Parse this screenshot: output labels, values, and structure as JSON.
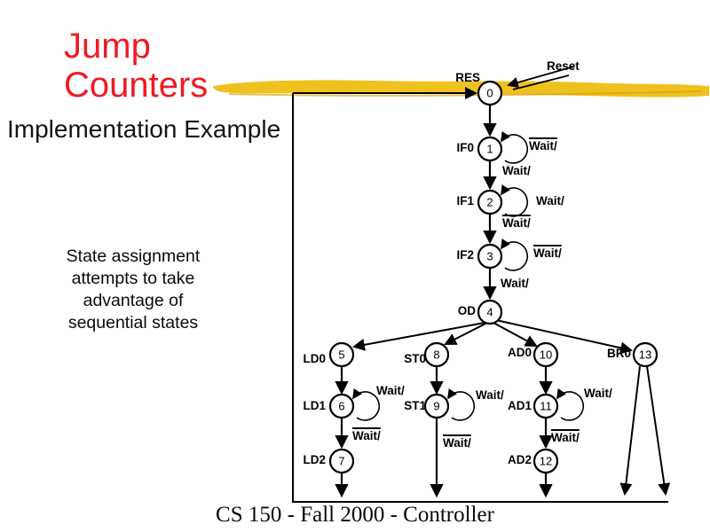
{
  "slide": {
    "title_lines": [
      "Jump",
      "Counters"
    ],
    "subtitle": "Implementation Example",
    "body_lines": [
      "State assignment",
      "attempts to take",
      "advantage of",
      "sequential states"
    ],
    "footer": "CS 150 - Fall 2000 - Controller",
    "title_color": "#ed1b23",
    "highlight_color": "#efc11e"
  },
  "diagram": {
    "reset_label": "Reset",
    "states": [
      {
        "num": "0",
        "label": "RES"
      },
      {
        "num": "1",
        "label": "IF0"
      },
      {
        "num": "2",
        "label": "IF1"
      },
      {
        "num": "3",
        "label": "IF2"
      },
      {
        "num": "4",
        "label": "OD"
      },
      {
        "num": "5",
        "label": "LD0"
      },
      {
        "num": "6",
        "label": "LD1"
      },
      {
        "num": "7",
        "label": "LD2"
      },
      {
        "num": "8",
        "label": "ST0"
      },
      {
        "num": "9",
        "label": "ST1"
      },
      {
        "num": "10",
        "label": "AD0"
      },
      {
        "num": "11",
        "label": "AD1"
      },
      {
        "num": "12",
        "label": "AD2"
      },
      {
        "num": "13",
        "label": "BR0"
      }
    ],
    "edge_labels": {
      "s1_loop": "Wait/",
      "t_1_2": "Wait/",
      "s2_loop": "Wait/",
      "t_2_3": "Wait/",
      "s3_loop": "Wait/",
      "t_3_4": "Wait/",
      "s6_loop": "Wait/",
      "t_6_7": "Wait/",
      "s9_loop": "Wait/",
      "t_9_exit": "Wait/",
      "s11_loop": "Wait/",
      "t_11_12": "Wait/"
    }
  }
}
